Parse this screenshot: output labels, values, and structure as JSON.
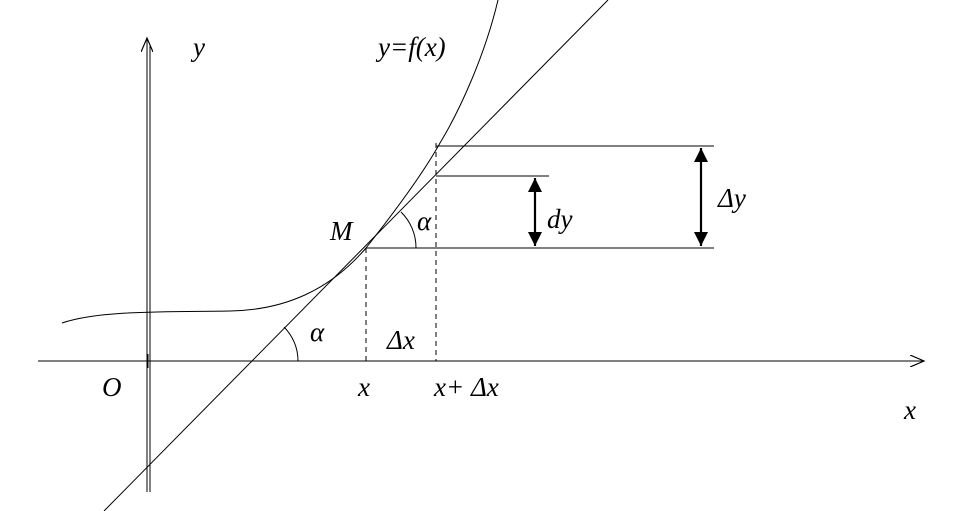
{
  "labels": {
    "y_axis": "y",
    "curve": "y=f(x)",
    "x_axis": "x",
    "origin": "O",
    "point": "M",
    "alpha_tangent_vertex": "α",
    "alpha_x_axis": "α",
    "delta_x": "Δx",
    "dy": "dy",
    "delta_y": "Δy",
    "tick_x": "x",
    "tick_x_plus": "x+ Δx"
  },
  "colors": {
    "stroke": "#000000",
    "background": "#ffffff"
  }
}
